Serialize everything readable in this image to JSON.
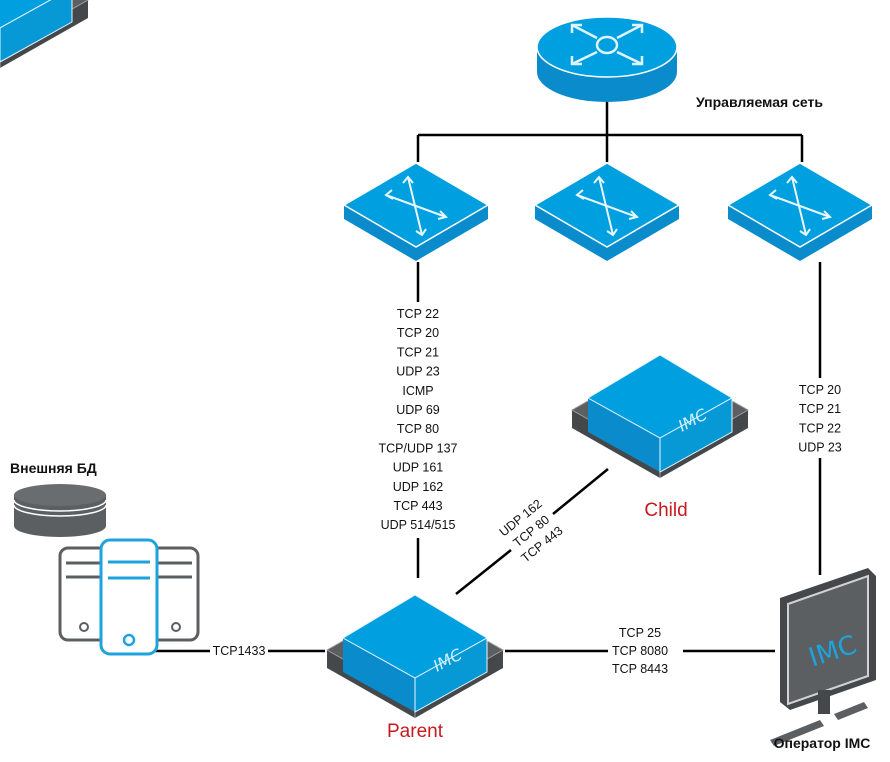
{
  "colors": {
    "device_blue": "#009fdf",
    "device_blue_dark": "#0a8ccc",
    "device_gray": "#5c5f62",
    "device_gray_dark": "#45484b",
    "label_red": "#c8191e",
    "line": "#000000"
  },
  "nodes": {
    "core_router": {
      "icon": "router-icon"
    },
    "managed_network_label": "Управляемая сеть",
    "switch_left": {
      "icon": "switch-icon"
    },
    "switch_middle": {
      "icon": "switch-icon"
    },
    "switch_right": {
      "icon": "switch-icon"
    },
    "child": {
      "label": "Child",
      "badge": "IMC",
      "icon": "imc-server-icon"
    },
    "parent": {
      "label": "Parent",
      "badge": "IMC",
      "icon": "imc-server-icon"
    },
    "external_db": {
      "label": "Внешняя БД",
      "icon": "database-icon"
    },
    "db_server": {
      "icon": "server-rack-icon"
    },
    "operator": {
      "label": "Оператор IMC",
      "badge": "IMC",
      "icon": "monitor-icon"
    }
  },
  "links": {
    "switch_to_parent": {
      "ports": [
        "TCP 22",
        "TCP 20",
        "TCP 21",
        "UDP 23",
        "ICMP",
        "UDP 69",
        "TCP 80",
        "TCP/UDP 137",
        "UDP 161",
        "UDP 162",
        "TCP 443",
        "UDP 514/515"
      ]
    },
    "switch_to_operator": {
      "ports": [
        "TCP 20",
        "TCP 21",
        "TCP 22",
        "UDP 23"
      ]
    },
    "parent_to_child": {
      "ports": [
        "UDP 162",
        "TCP 80",
        "TCP 443"
      ]
    },
    "parent_to_operator": {
      "ports": [
        "TCP 25",
        "TCP 8080",
        "TCP 8443"
      ]
    },
    "db_to_parent": {
      "ports": [
        "TCP1433"
      ]
    }
  }
}
